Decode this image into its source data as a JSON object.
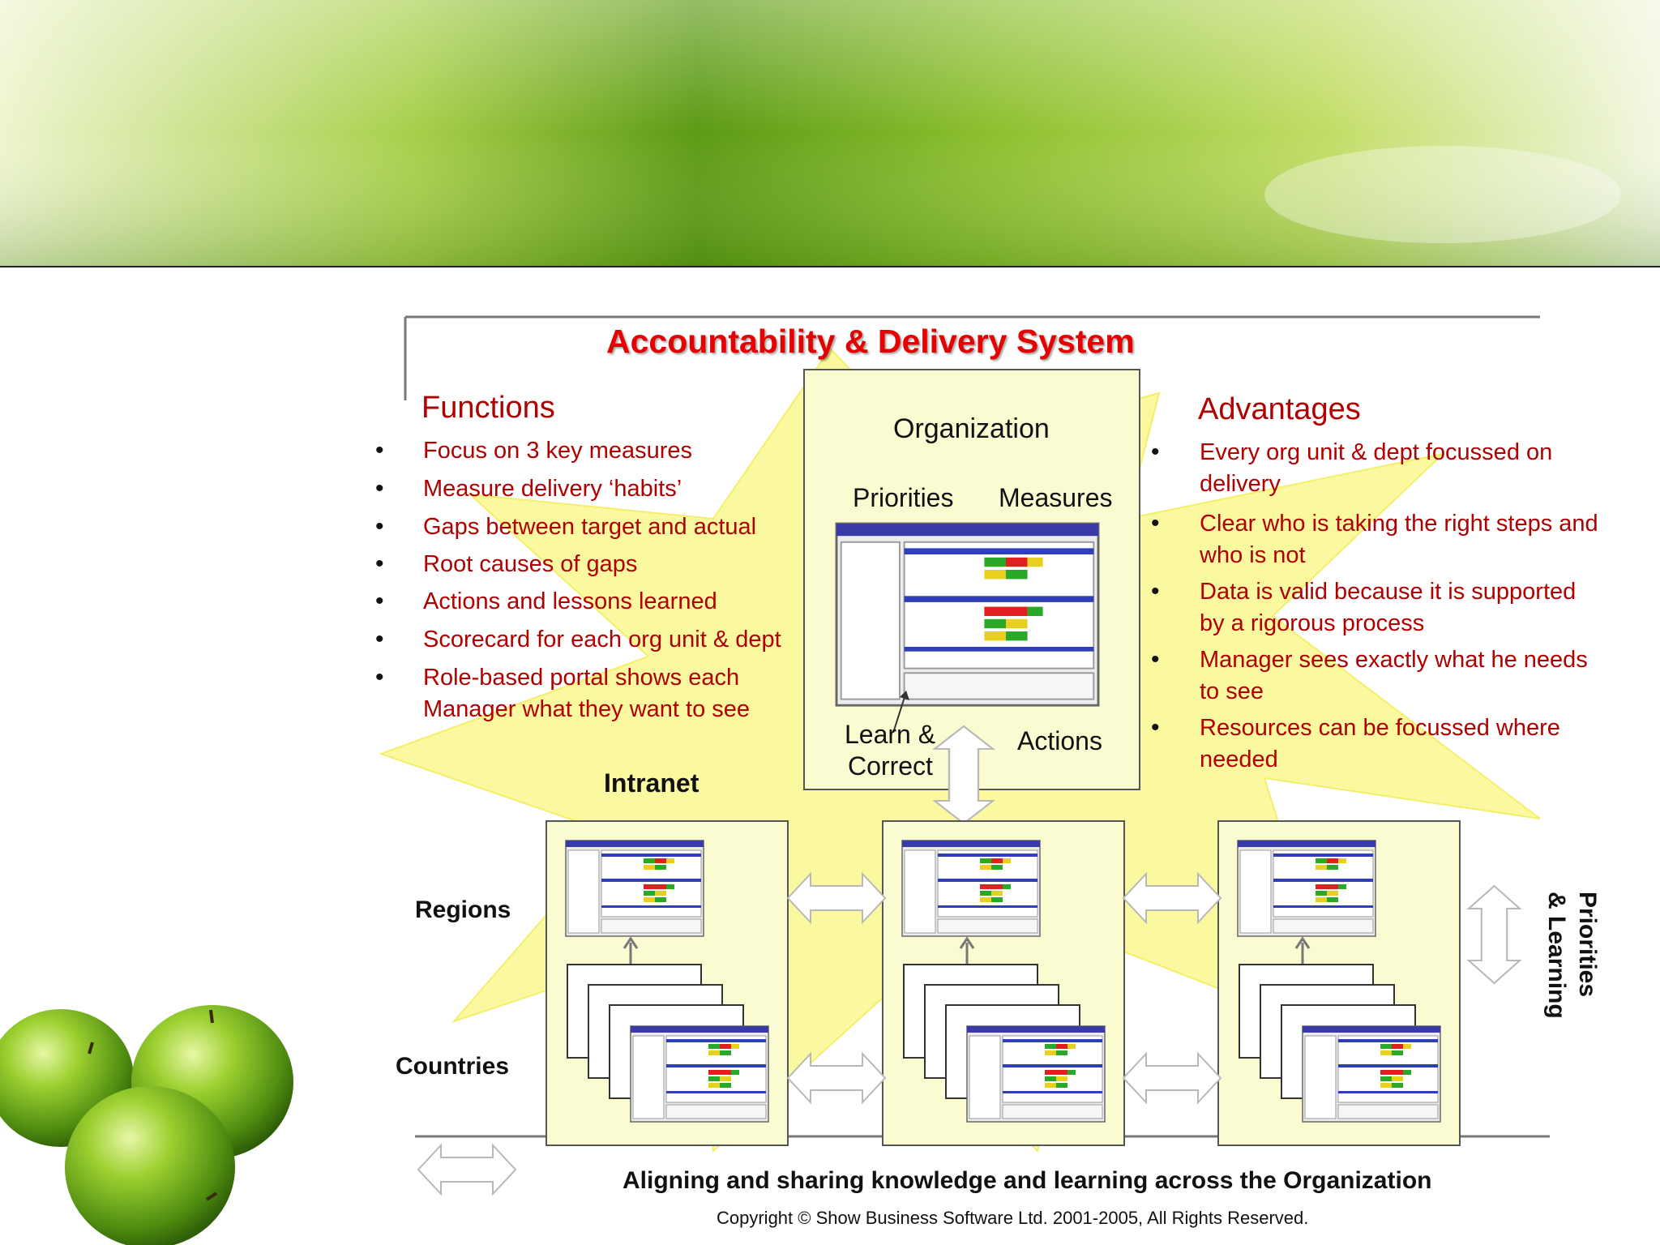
{
  "title": "Accountability & Delivery System",
  "functions": {
    "heading": "Functions",
    "items": [
      "Focus on 3 key measures",
      "Measure delivery ‘habits’",
      "Gaps between target and actual",
      "Root causes of gaps",
      "Actions and lessons learned",
      "Scorecard for each org unit & dept",
      "Role-based portal shows each\nManager what they want to see"
    ]
  },
  "advantages": {
    "heading": "Advantages",
    "items": [
      "Every org unit & dept focussed on\ndelivery",
      "Clear who is taking the right steps and\nwho is not",
      "Data is valid because it is supported\nby a rigorous process",
      "Manager sees exactly what he needs\nto see",
      "Resources can be focussed where\nneeded"
    ]
  },
  "organization": {
    "label": "Organization",
    "priorities": "Priorities",
    "measures": "Measures",
    "learn_line1": "Learn &",
    "learn_line2": "Correct",
    "actions": "Actions"
  },
  "labels": {
    "intranet": "Intranet",
    "regions": "Regions",
    "countries": "Countries",
    "priorities_learning_line1": "Priorities",
    "priorities_learning_line2": "& Learning"
  },
  "footer": {
    "aligning": "Aligning and sharing knowledge and learning across the Organization",
    "copyright": "Copyright © Show Business Software Ltd. 2001-2005, All Rights Reserved."
  },
  "colors": {
    "title_red": "#e60000",
    "text_red": "#b00000",
    "burst_yellow": "#fbf9a0",
    "box_fill": "#fbfbd2",
    "banner_green": "#7fb21a"
  }
}
